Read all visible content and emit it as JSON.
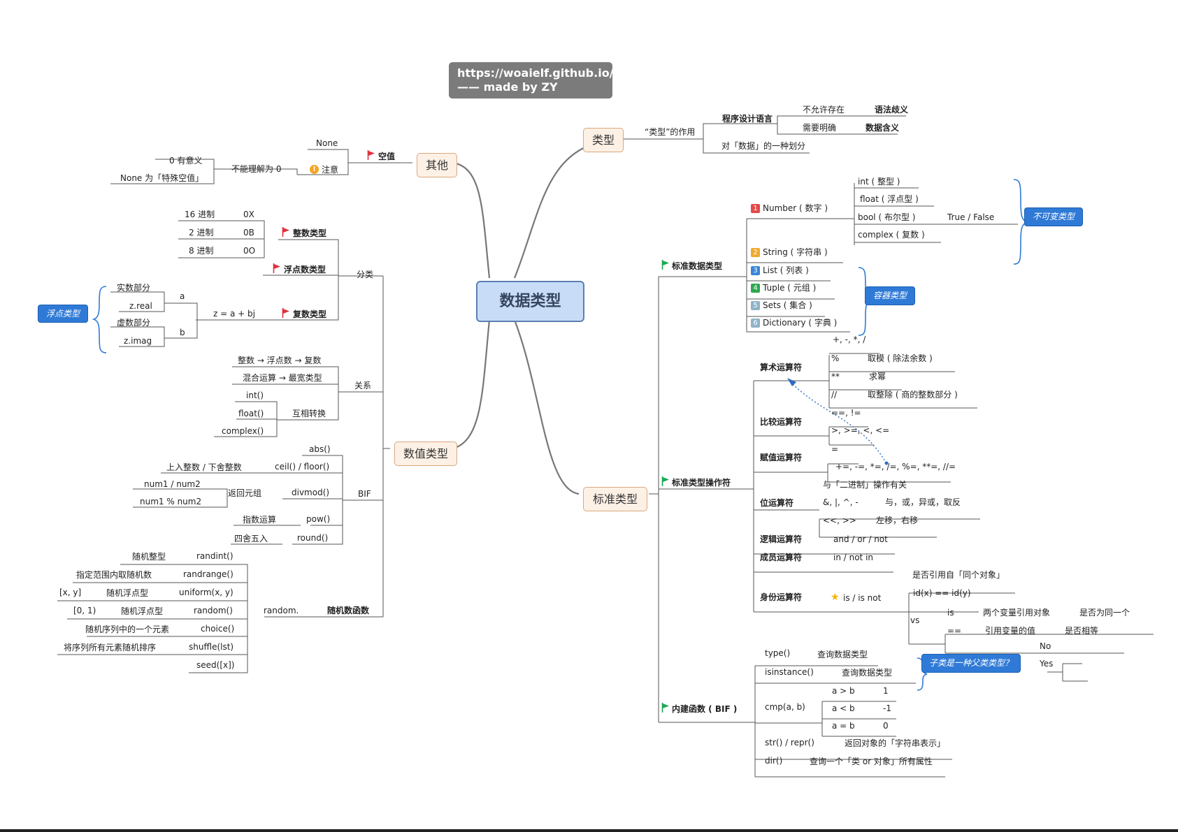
{
  "header": {
    "url": "https://woaielf.github.io/",
    "credit": "—— made by ZY"
  },
  "central": "数据类型",
  "topics": {
    "leixing": "类型",
    "qita": "其他",
    "shuzhi": "数值类型",
    "biaozhun": "标准类型"
  },
  "leixing": {
    "zuoyong": "“类型”的作用",
    "chengxu": "程序设计语言",
    "buyunxu": "不允许存在",
    "yufaqiyi": "语法歧义",
    "xuyao": "需要明确",
    "shujuhanyi": "数据含义",
    "huafen": "对「数据」的一种划分"
  },
  "qita": {
    "kongzhi": "空值",
    "none": "None",
    "zhuyi": "注意",
    "bunengli": "不能理解为 0",
    "youyiyi": "0 有意义",
    "teshu": "None 为「特殊空值」"
  },
  "shuzhi": {
    "fenlei": "分类",
    "zhengshu": "整数类型",
    "fudian": "浮点数类型",
    "fushu": "复数类型",
    "hex": "16 进制",
    "hex_v": "0X",
    "bin": "2 进制",
    "bin_v": "0B",
    "oct": "8 进制",
    "oct_v": "0O",
    "zabj": "z = a + bj",
    "a": "a",
    "b": "b",
    "shishu": "实数部分",
    "zreal": "z.real",
    "xushu": "虚数部分",
    "zimag": "z.imag",
    "fudian_callout": "浮点类型",
    "guanxi": "关系",
    "r1": "整数 → 浮点数 → 复数",
    "r2": "混合运算 → 最宽类型",
    "huxiang": "互相转换",
    "int": "int()",
    "float": "float()",
    "complex": "complex()",
    "bif": "BIF",
    "abs": "abs()",
    "ceil": "ceil() / floor()",
    "ceil_d": "上入整数 / 下舍整数",
    "divmod": "divmod()",
    "divmod_d": "返回元组",
    "n1": "num1 / num2",
    "n2": "num1 % num2",
    "pow": "pow()",
    "pow_d": "指数运算",
    "round": "round()",
    "round_d": "四舍五入",
    "suiji": "随机数函数",
    "random": "random.",
    "randint": "randint()",
    "randint_d": "随机整型",
    "randrange": "randrange()",
    "randrange_d": "指定范围内取随机数",
    "uniform": "uniform(x, y)",
    "uniform_d": "随机浮点型",
    "uniform_r": "[x, y]",
    "rand": "random()",
    "rand_d": "随机浮点型",
    "rand_r": "[0, 1)",
    "choice": "choice()",
    "choice_d": "随机序列中的一个元素",
    "shuffle": "shuffle(lst)",
    "shuffle_d": "将序列所有元素随机排序",
    "seed": "seed([x])"
  },
  "biaozhun": {
    "shujuleixing": "标准数据类型",
    "number": "Number ( 数字 )",
    "int": "int ( 整型 )",
    "float": "float ( 浮点型 )",
    "bool": "bool ( 布尔型 )",
    "truefalse": "True / False",
    "complex": "complex ( 复数 )",
    "bukebian": "不可变类型",
    "string": "String ( 字符串 )",
    "list": "List ( 列表 )",
    "tuple": "Tuple ( 元组 )",
    "sets": "Sets ( 集合 )",
    "dict": "Dictionary ( 字典 )",
    "rongqi": "容器类型",
    "badges": [
      "1",
      "2",
      "3",
      "4",
      "5",
      "6"
    ],
    "caozuofu": "标准类型操作符",
    "suanshu": "算术运算符",
    "op1": "+, -, *, /",
    "mod": "%",
    "mod_d": "取模 ( 除法余数 )",
    "pow": "**",
    "pow_d": "求幂",
    "floordiv": "//",
    "floordiv_d": "取整除 ( 商的整数部分 )",
    "bijiao": "比较运算符",
    "eq": "==, !=",
    "cmp": ">, >=, <, <=",
    "fuzhi": "赋值运算符",
    "assign": "=",
    "assign2": "+=, -=, *=, /=, %=, **=, //=",
    "wei": "位运算符",
    "wei_d": "与「二进制」操作有关",
    "bitop": "&, |, ^, -",
    "bitop_d": "与，或，异或，取反",
    "shift": "<<, >>",
    "shift_d": "左移，右移",
    "luoji": "逻辑运算符",
    "luoji_v": "and / or / not",
    "chengyuan": "成员运算符",
    "chengyuan_v": "in / not in",
    "shenfen": "身份运算符",
    "isnot": "is / is not",
    "tongyi": "是否引用自「同个对象」",
    "idx": "id(x) == id(y)",
    "vs": "vs",
    "is": "is",
    "is_d": "两个变量引用对象",
    "is_r": "是否为同一个",
    "eqeq": "==",
    "eqeq_d": "引用变量的值",
    "eqeq_r": "是否相等",
    "neijian": "内建函数 ( BIF )",
    "type": "type()",
    "type_d": "查询数据类型",
    "isinstance": "isinstance()",
    "isinstance_d": "查询数据类型",
    "zilei": "子类是一种父类类型？",
    "no": "No",
    "yes": "Yes",
    "cmpab": "cmp(a, b)",
    "agb": "a > b",
    "agb_v": "1",
    "alb": "a < b",
    "alb_v": "-1",
    "aeb": "a = b",
    "aeb_v": "0",
    "str": "str() / repr()",
    "str_d": "返回对象的「字符串表示」",
    "dir": "dir()",
    "dir_d": "查询一个「类 or 对象」所有属性"
  },
  "colors": {
    "flag_red": "#e0323c",
    "flag_green": "#1aaa55",
    "callout": "#2f7ad6",
    "central_bg": "#c9dcf7",
    "topic_bg": "#fdf1e6"
  }
}
